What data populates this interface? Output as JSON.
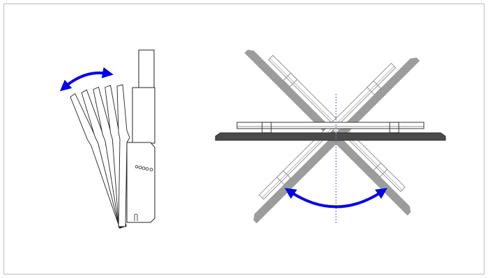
{
  "colors": {
    "arrow": "#0000ee",
    "panel_dark": "#4a4a4a",
    "panel_rotated": "#9c9c9c",
    "axis_dotted": "#7c7cc0",
    "outline": "#222222"
  },
  "tilt_diagram": {
    "positions": 5
  },
  "swivel_diagram": {
    "swivel_angles_deg": [
      -45,
      0,
      45
    ]
  }
}
